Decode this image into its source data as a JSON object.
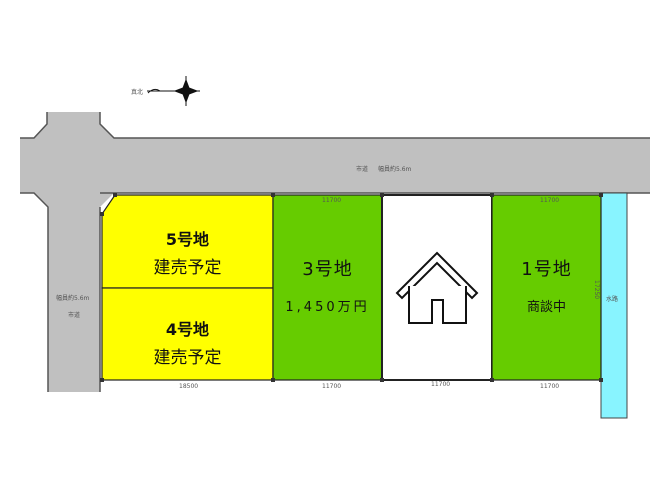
{
  "compass": {
    "label": "真北",
    "icon": "north-arrow-icon"
  },
  "roads": {
    "horizontal": {
      "label": "市道",
      "width_label": "幅員約5.6m"
    },
    "vertical": {
      "label": "市道",
      "width_label": "幅員約5.6m"
    }
  },
  "water_channel": {
    "label": "水路"
  },
  "lots": [
    {
      "id": "5",
      "name": "5号地",
      "status": "建売予定",
      "color": "#ffff00"
    },
    {
      "id": "4",
      "name": "4号地",
      "status": "建売予定",
      "color": "#ffff00"
    },
    {
      "id": "3",
      "name": "3号地",
      "price": "1,450万円",
      "color": "#66cc00"
    },
    {
      "id": "2",
      "name": "",
      "icon": "house-icon",
      "color": "#ffffff"
    },
    {
      "id": "1",
      "name": "1号地",
      "status": "商談中",
      "color": "#66cc00"
    }
  ],
  "dimensions": {
    "top": [
      "11700",
      "11700"
    ],
    "bottom": [
      "18500",
      "11700",
      "11700",
      "11700"
    ],
    "depth": "17250"
  },
  "colors": {
    "road": "#c0c0c0",
    "road_edge": "#555555",
    "yellow": "#ffff00",
    "green": "#66cc00",
    "water": "#88f4ff"
  }
}
